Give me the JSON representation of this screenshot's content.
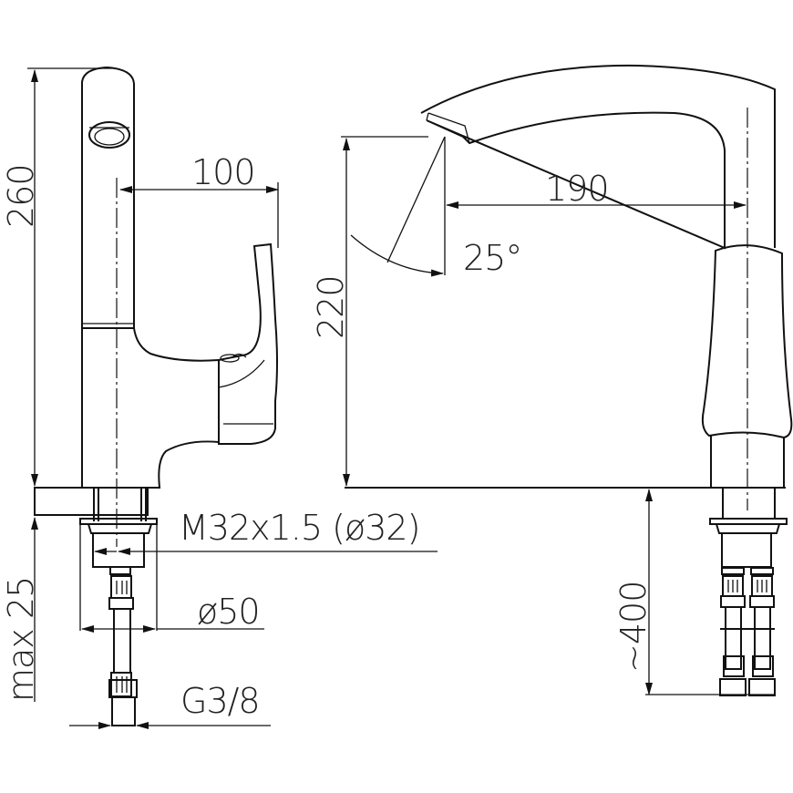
{
  "title": "Faucet technical drawing",
  "dimensions": {
    "height_total": "260",
    "handle_reach": "100",
    "spout_reach": "190",
    "spout_angle": "25°",
    "spout_height": "220",
    "thread": "M32x1.5 (ø32)",
    "base_diameter": "ø50",
    "max_thickness": "max 25",
    "connection": "G3/8",
    "hose_length": "~400"
  }
}
